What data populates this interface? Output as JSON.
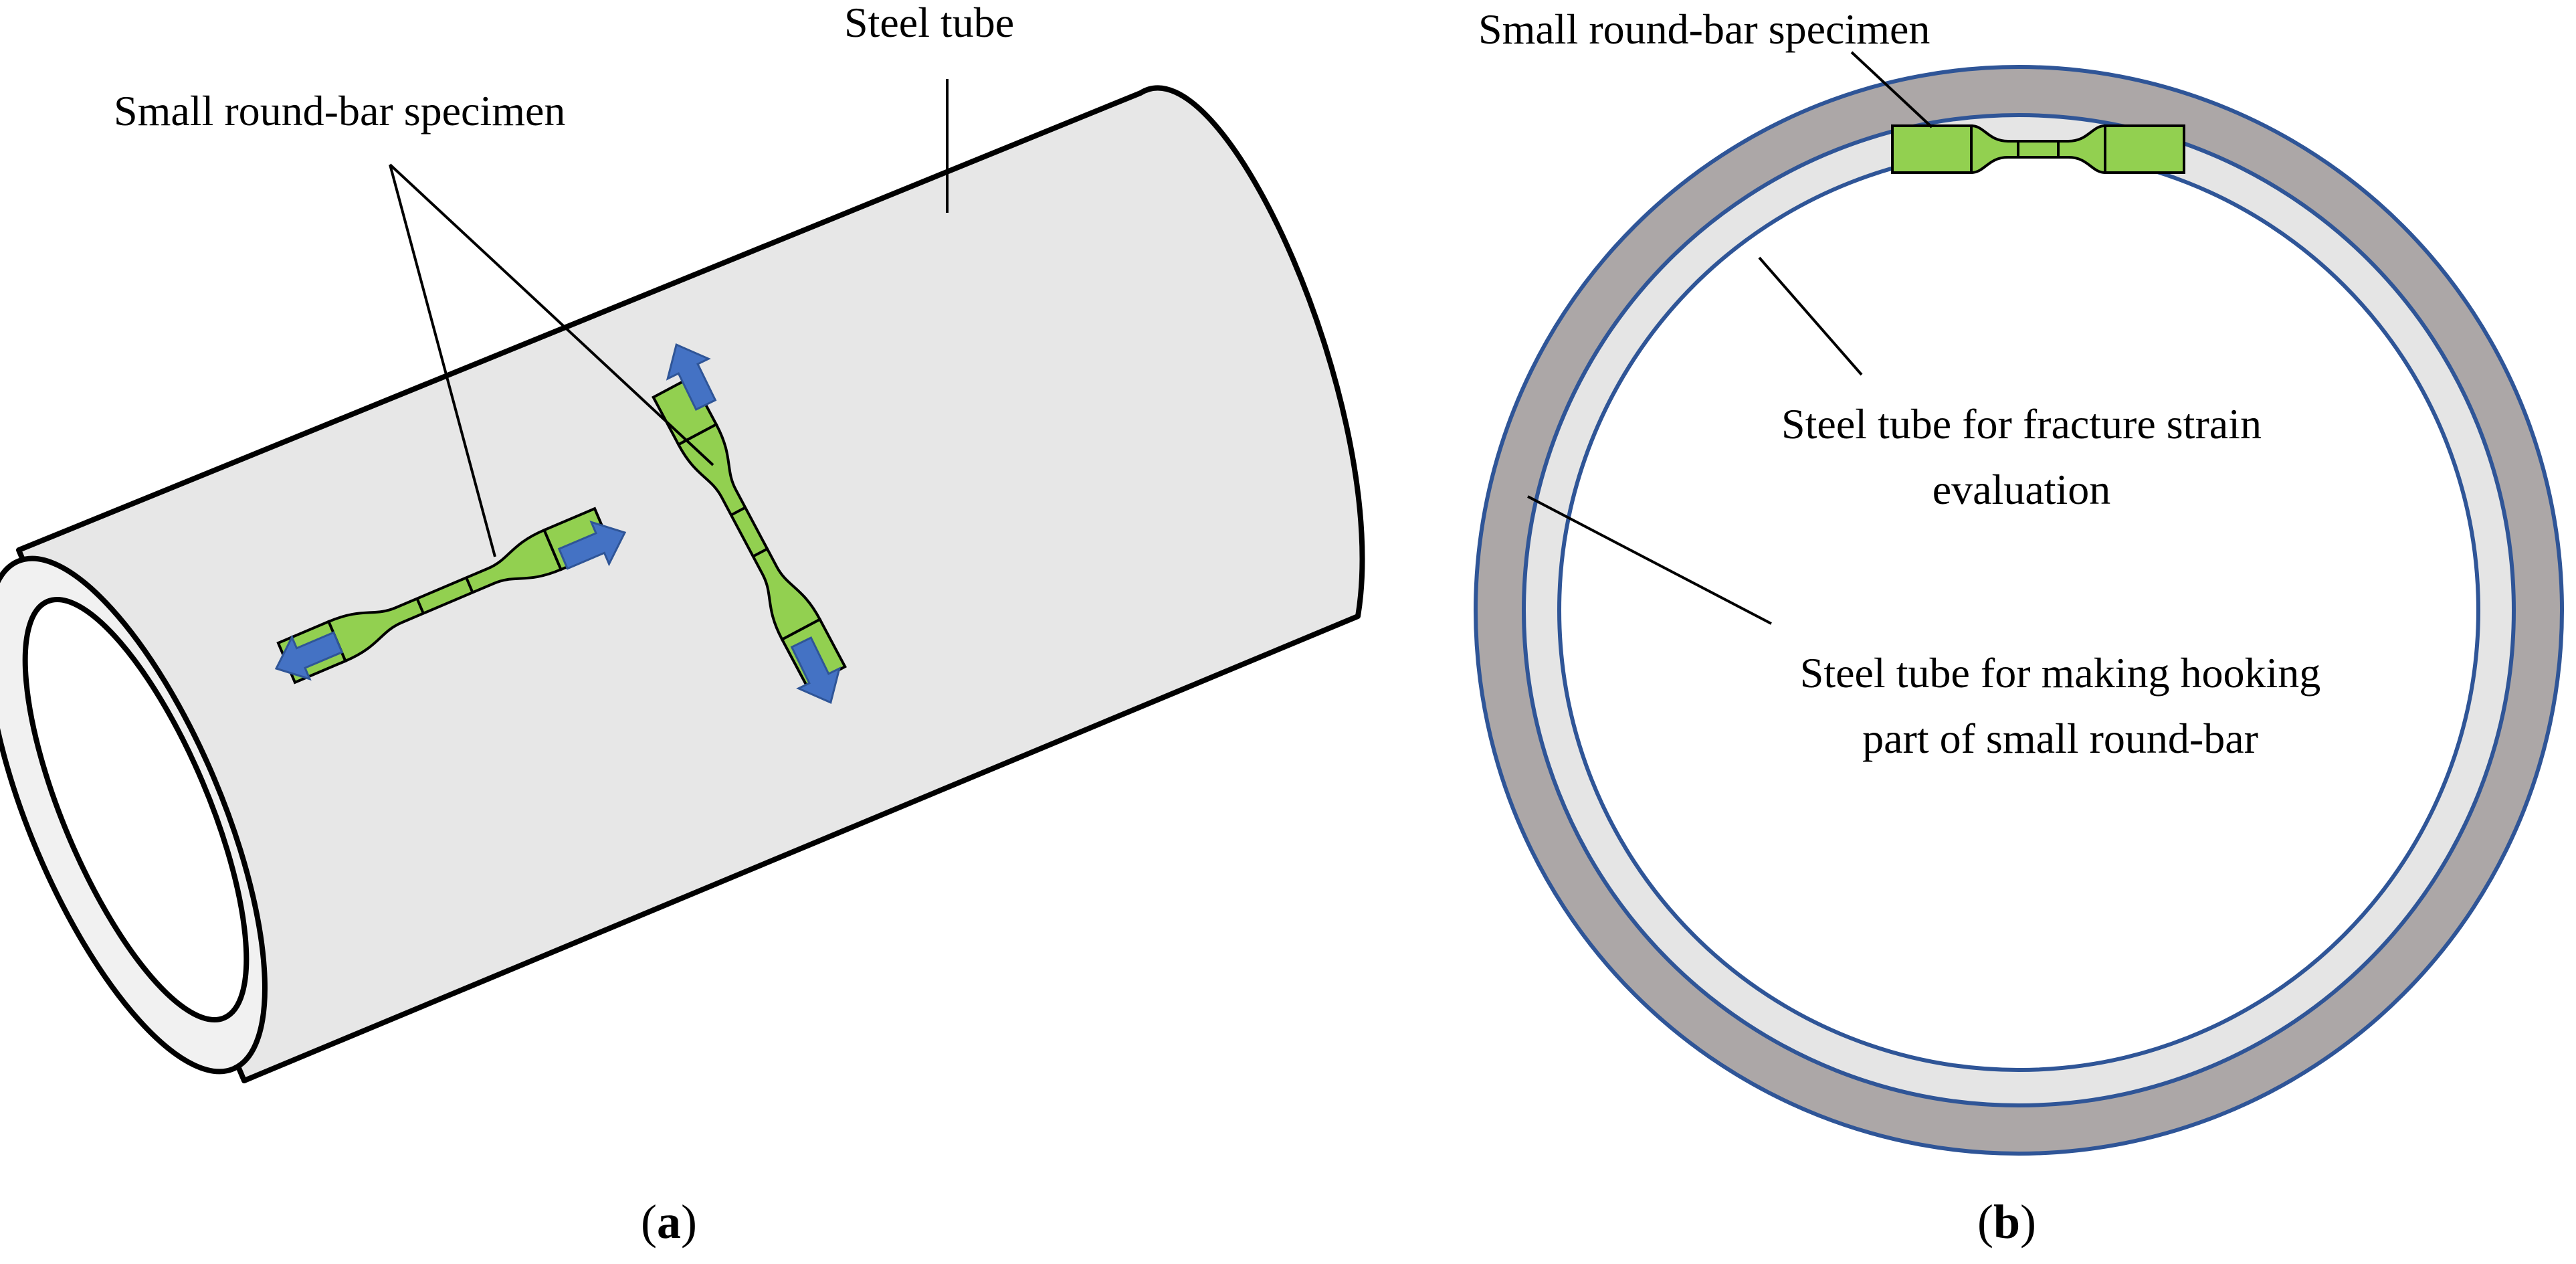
{
  "panel_a": {
    "label_steel_tube": "Steel tube",
    "label_specimen": "Small round-bar specimen",
    "caption_open": "(",
    "caption_letter": "a",
    "caption_close": ")"
  },
  "panel_b": {
    "label_specimen": "Small round-bar specimen",
    "label_fracture_line1": "Steel tube for fracture strain",
    "label_fracture_line2": "evaluation",
    "label_hooking_line1": "Steel tube for making hooking",
    "label_hooking_line2": "part of small round-bar",
    "caption_open": "(",
    "caption_letter": "b",
    "caption_close": ")"
  },
  "colors": {
    "tube_fill": "#e7e7e7",
    "outer_ring": "#aca7a7",
    "inner_ring": "#e5e5e5",
    "ring_stroke": "#2f5597",
    "specimen_fill": "#92d050",
    "arrow_fill": "#4472c4"
  }
}
